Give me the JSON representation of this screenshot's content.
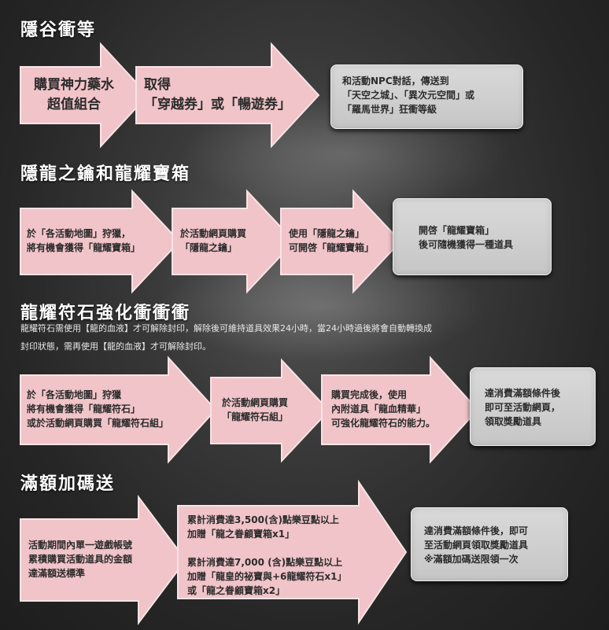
{
  "sections": {
    "s1": {
      "title": "隱谷衝等",
      "a1": "購買神力藥水\n超值組合",
      "a2": "取得\n「穿越券」或「暢遊券」",
      "box": "和活動NPC對話，傳送到\n「天空之城」、「異次元空間」或\n「羅馬世界」狂衝等級"
    },
    "s2": {
      "title": "隱龍之鑰和龍耀寶箱",
      "a1": "於「各活動地圖」狩獵，\n將有機會獲得「龍耀寶箱」",
      "a2": "於活動網頁購買\n「隱龍之鑰」",
      "a3": "使用「隱龍之鑰」\n可開啓「龍耀寶箱」",
      "box": "開啓「龍耀寶箱」\n後可隨機獲得一種道具"
    },
    "s3": {
      "title": "龍耀符石強化衝衝衝",
      "desc1": "龍耀符石需使用【龍的血液】才可解除封印，解除後可維持道具效果24小時，當24小時過後將會自動轉換成",
      "desc2": "封印狀態，需再使用【龍的血液】才可解除封印。",
      "a1": "於「各活動地圖」狩獵\n將有機會獲得「龍耀符石」\n或於活動網頁購買「龍耀符石組」",
      "a2": "於活動網頁購買\n「龍耀符石組」",
      "a3": "購買完成後，使用\n內附道具「龍血精華」\n可強化龍耀符石的能力。",
      "box": "達消費滿額條件後\n即可至活動網頁，\n領取獎勵道具"
    },
    "s4": {
      "title": "滿額加碼送",
      "a1": "活動期間內單一遊戲帳號\n累積購買活動道具的金額\n達滿額送標準",
      "a2": "累計消費達3,500(含)點樂豆點以上\n加贈「龍之眷顧寶箱x1」\n\n累計消費達7,000 (含)點樂豆點以上\n加贈「龍皇的祕寶與+6龍耀符石x1」\n或「龍之眷顧寶箱x2」",
      "box": "達消費滿額條件後，即可\n至活動網頁領取獎勵道具\n※滿額加碼送限領一次"
    }
  },
  "colors": {
    "arrow_fill": "#f0c4c8",
    "arrow_stroke": "#f7e4e6",
    "box_fill": "#d0d0d0",
    "background": "#2a2a2a"
  }
}
